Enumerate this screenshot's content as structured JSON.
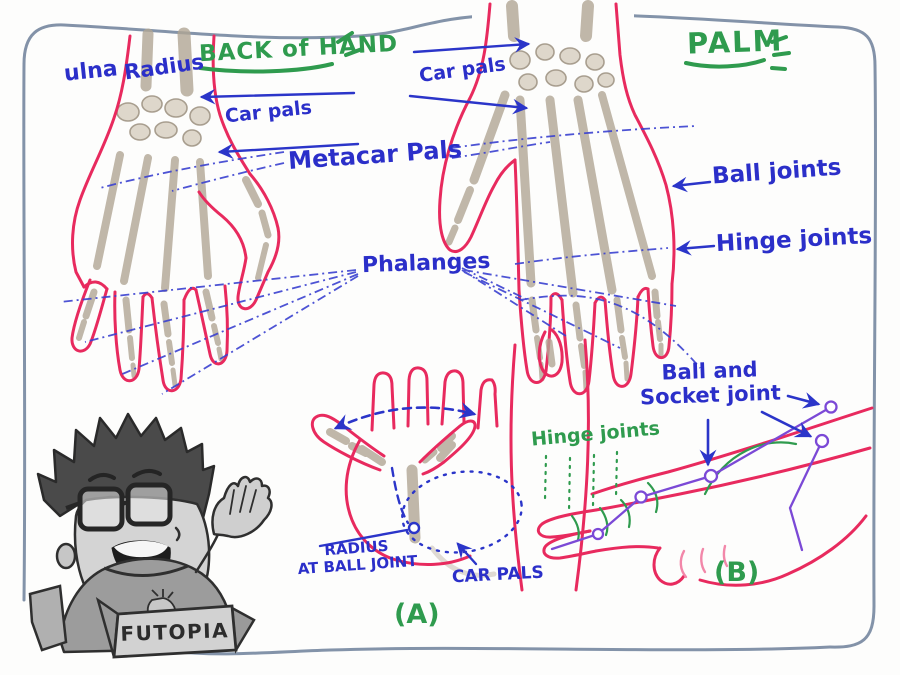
{
  "page": {
    "kind": "hand-drawn hand anatomy sketchnote"
  },
  "colors": {
    "ink_blue": "#2b2fc9",
    "ink_green": "#2f9b4e",
    "outline_pink": "#e82a5e",
    "joint_purple": "#7b49d6",
    "bone_tan": "#b1a695",
    "frame_slate": "#7687a0"
  },
  "labels": {
    "ulna": "ulna",
    "radius": "Radius",
    "back_of_hand": "BACK of HAND",
    "car_pals_back": "Car pals",
    "metacar_pals": "Metacar Pals",
    "phalanges": "Phalanges",
    "car_pals_palm": "Car pals",
    "palm": "PALM",
    "ball_joints": "Ball joints",
    "hinge_joints_palm": "Hinge joints",
    "ball_socket_line1": "Ball and",
    "ball_socket_line2": "Socket joint",
    "hinge_joints_side": "Hinge joints",
    "radius_ball_line1": "RADIUS",
    "radius_ball_line2": "AT BALL JOINT",
    "car_pals_caps": "CAR PALS",
    "figure_a": "(A)",
    "figure_b": "(B)",
    "banner": "FUTOPIA"
  }
}
